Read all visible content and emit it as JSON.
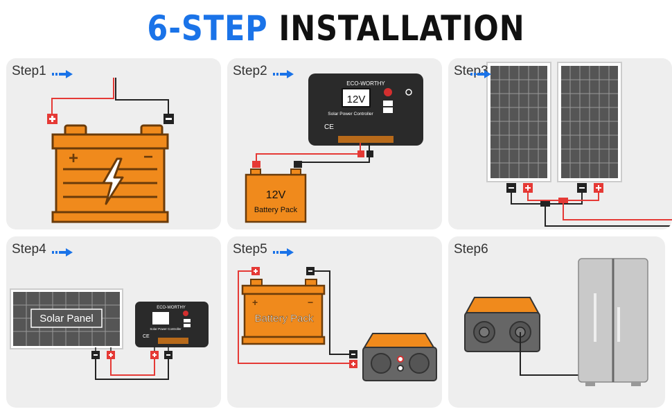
{
  "title": {
    "part1": "6-STEP",
    "part2": "INSTALLATION"
  },
  "colors": {
    "accent_blue": "#1a73e8",
    "battery_orange": "#f08a1c",
    "panel_bg": "#eeeeee",
    "wire_red": "#e53935"
  },
  "steps": [
    {
      "label": "Step1"
    },
    {
      "label": "Step2",
      "controller_brand": "ECO-WORTHY",
      "controller_voltage": "12V",
      "controller_text": "Solar Power Controller",
      "battery_voltage": "12V",
      "battery_text": "Battery Pack"
    },
    {
      "label": "Step3"
    },
    {
      "label": "Step4",
      "panel_text": "Solar Panel",
      "controller_brand": "ECO-WORTHY",
      "controller_text": "Solar Power Controller"
    },
    {
      "label": "Step5",
      "battery_text": "Battery Pack"
    },
    {
      "label": "Step6"
    }
  ],
  "icons": [
    "arrow-right-icon",
    "lightning-icon",
    "plus-icon",
    "minus-icon",
    "power-icon",
    "usb-icon",
    "ce-mark-icon"
  ]
}
